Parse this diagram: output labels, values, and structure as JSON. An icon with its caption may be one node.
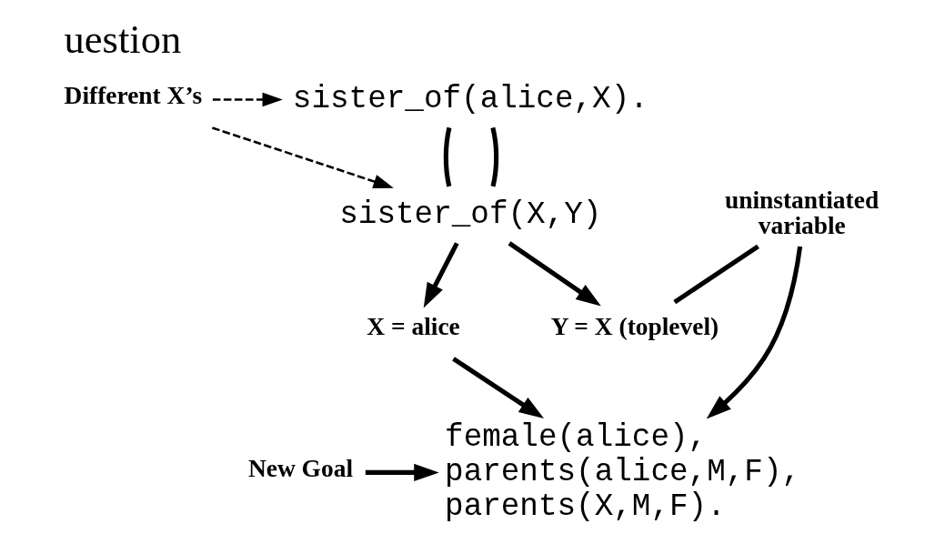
{
  "diagram": {
    "title": "uestion",
    "nodes": [
      {
        "text": [
          "sister_of(alice,X)."
        ]
      },
      {
        "text": [
          "sister_of(X,Y)"
        ]
      },
      {
        "text": [
          "X = alice"
        ]
      },
      {
        "text": [
          "Y = X (toplevel)"
        ]
      },
      {
        "text": [
          "uninstantiated variable"
        ]
      },
      {
        "text": [
          "female(alice), parents(alice,M,F), parents(X,M,F)."
        ]
      },
      {
        "text": [
          "New Goal"
        ]
      },
      {
        "text": [
          "Different X’s"
        ]
      }
    ],
    "edges": [
      {
        "from": 0,
        "to": 1,
        "arrow": "none"
      },
      {
        "from": 0,
        "to": 1,
        "arrow": "none"
      },
      {
        "from": 1,
        "to": 2,
        "arrow": "to"
      },
      {
        "from": 1,
        "to": 3,
        "arrow": "to"
      },
      {
        "from": 4,
        "to": 3,
        "arrow": "none"
      },
      {
        "from": 2,
        "to": 5,
        "arrow": "to"
      },
      {
        "from": 4,
        "to": 5,
        "arrow": "to"
      },
      {
        "from": 6,
        "to": 5,
        "arrow": "to"
      },
      {
        "from": 7,
        "to": 0,
        "arrow": "to",
        "style": "dashed"
      },
      {
        "from": 7,
        "to": 1,
        "arrow": "to",
        "style": "dashed"
      }
    ]
  }
}
